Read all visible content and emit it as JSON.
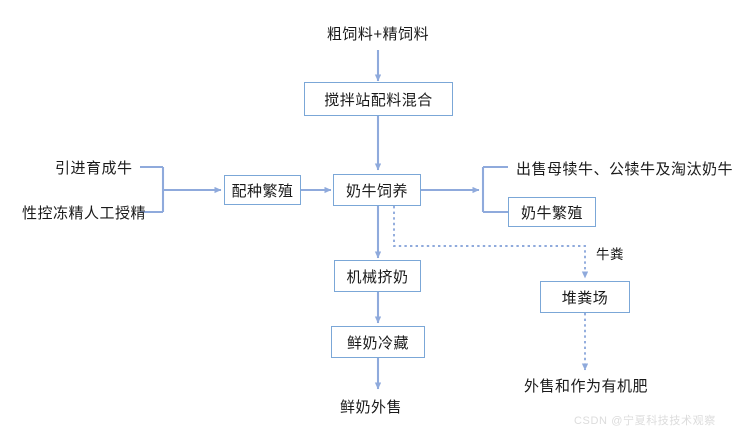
{
  "diagram": {
    "title_nodes": {
      "mix_station": "搅拌站配料混合",
      "breeding": "配种繁殖",
      "cow_feeding": "奶牛饲养",
      "cow_reproduction": "奶牛繁殖",
      "machine_milking": "机械挤奶",
      "milk_cold_storage": "鲜奶冷藏",
      "manure_yard": "堆粪场"
    },
    "free_labels": {
      "feed_input": "粗饲料+精饲料",
      "introduce_heifer": "引进育成牛",
      "sexed_semen_ai": "性控冻精人工授精",
      "sell_calves": "出售母犊牛、公犊牛及淘汰奶牛",
      "manure": "牛粪",
      "milk_sale": "鲜奶外售",
      "manure_sale": "外售和作为有机肥"
    },
    "watermark": "CSDN @宁夏科技技术观察",
    "colors": {
      "node_border": "#7ba7d7",
      "arrow": "#8faadc",
      "connector": "#8faadc",
      "text": "#1a1a1a",
      "background": "#ffffff",
      "watermark": "#dcdcdc"
    }
  }
}
